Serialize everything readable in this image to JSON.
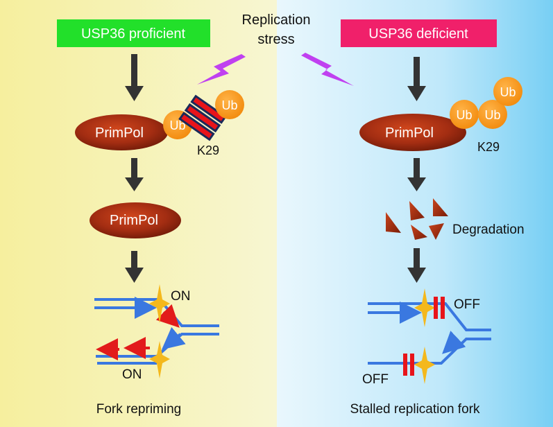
{
  "stress": {
    "line1": "Replication",
    "line2": "stress"
  },
  "left": {
    "header": "USP36 proficient",
    "header_color": "#22e02a",
    "primpol_top": "PrimPol",
    "ub1": "Ub",
    "ub2": "Ub",
    "k29": "K29",
    "primpol_mid": "PrimPol",
    "on_top": "ON",
    "on_bottom": "ON",
    "footer": "Fork repriming"
  },
  "right": {
    "header": "USP36 deficient",
    "header_color": "#f0206a",
    "primpol_top": "PrimPol",
    "ub1": "Ub",
    "ub2": "Ub",
    "ub3": "Ub",
    "k29": "K29",
    "degradation": "Degradation",
    "off_top": "OFF",
    "off_bottom": "OFF",
    "footer": "Stalled replication fork"
  },
  "colors": {
    "left_bg_start": "#f8f3b0",
    "left_bg_end": "#f6f6cc",
    "right_bg_start": "#e6f6fc",
    "right_bg_end": "#7fd2f5",
    "primpol": "#9c2a10",
    "ub": "#f7941d",
    "dna": "#3a78e0",
    "arrow_dark": "#333333",
    "lightning": "#c040f0",
    "star": "#f4b81c",
    "red_arrow": "#e21b1b",
    "block": "#e8141a"
  }
}
